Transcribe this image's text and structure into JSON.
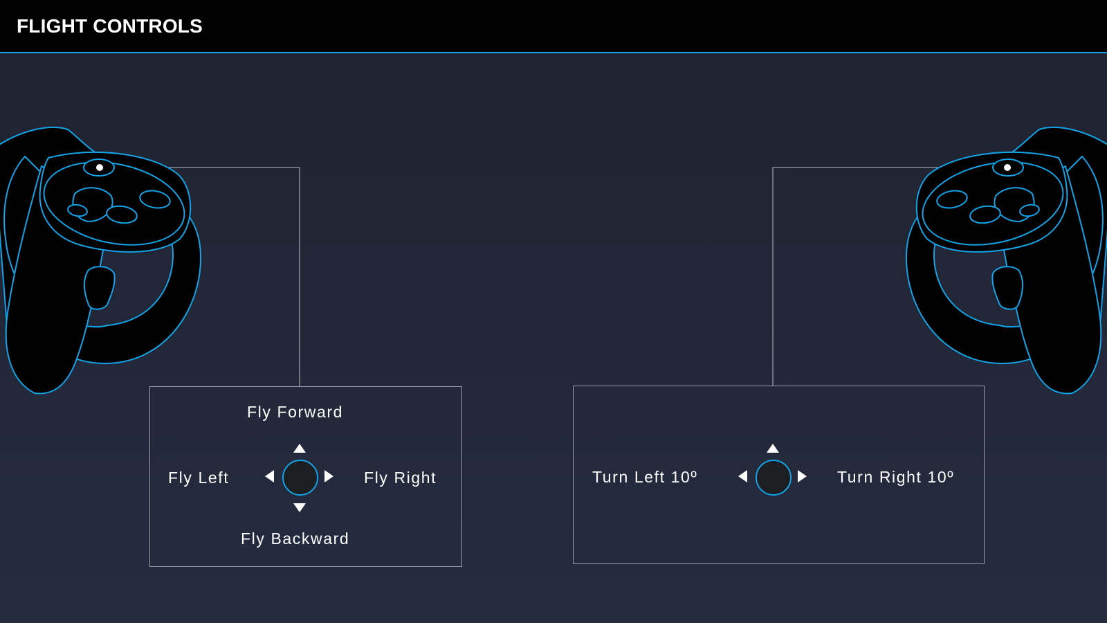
{
  "header": {
    "title": "FLIGHT CONTROLS"
  },
  "left_controller": {
    "icon": "vr-controller-left-icon",
    "stick_actions": {
      "up": "Fly Forward",
      "left": "Fly Left",
      "right": "Fly Right",
      "down": "Fly Backward"
    }
  },
  "right_controller": {
    "icon": "vr-controller-right-icon",
    "stick_actions": {
      "up": "",
      "left": "Turn Left 10º",
      "right": "Turn Right 10º",
      "down": ""
    }
  },
  "colors": {
    "accent": "#14a3e6",
    "header_bg": "#000000",
    "background_top": "#1f222e",
    "background_bottom": "#252c41",
    "panel_border": "#9aa0aa",
    "text": "#ffffff"
  }
}
